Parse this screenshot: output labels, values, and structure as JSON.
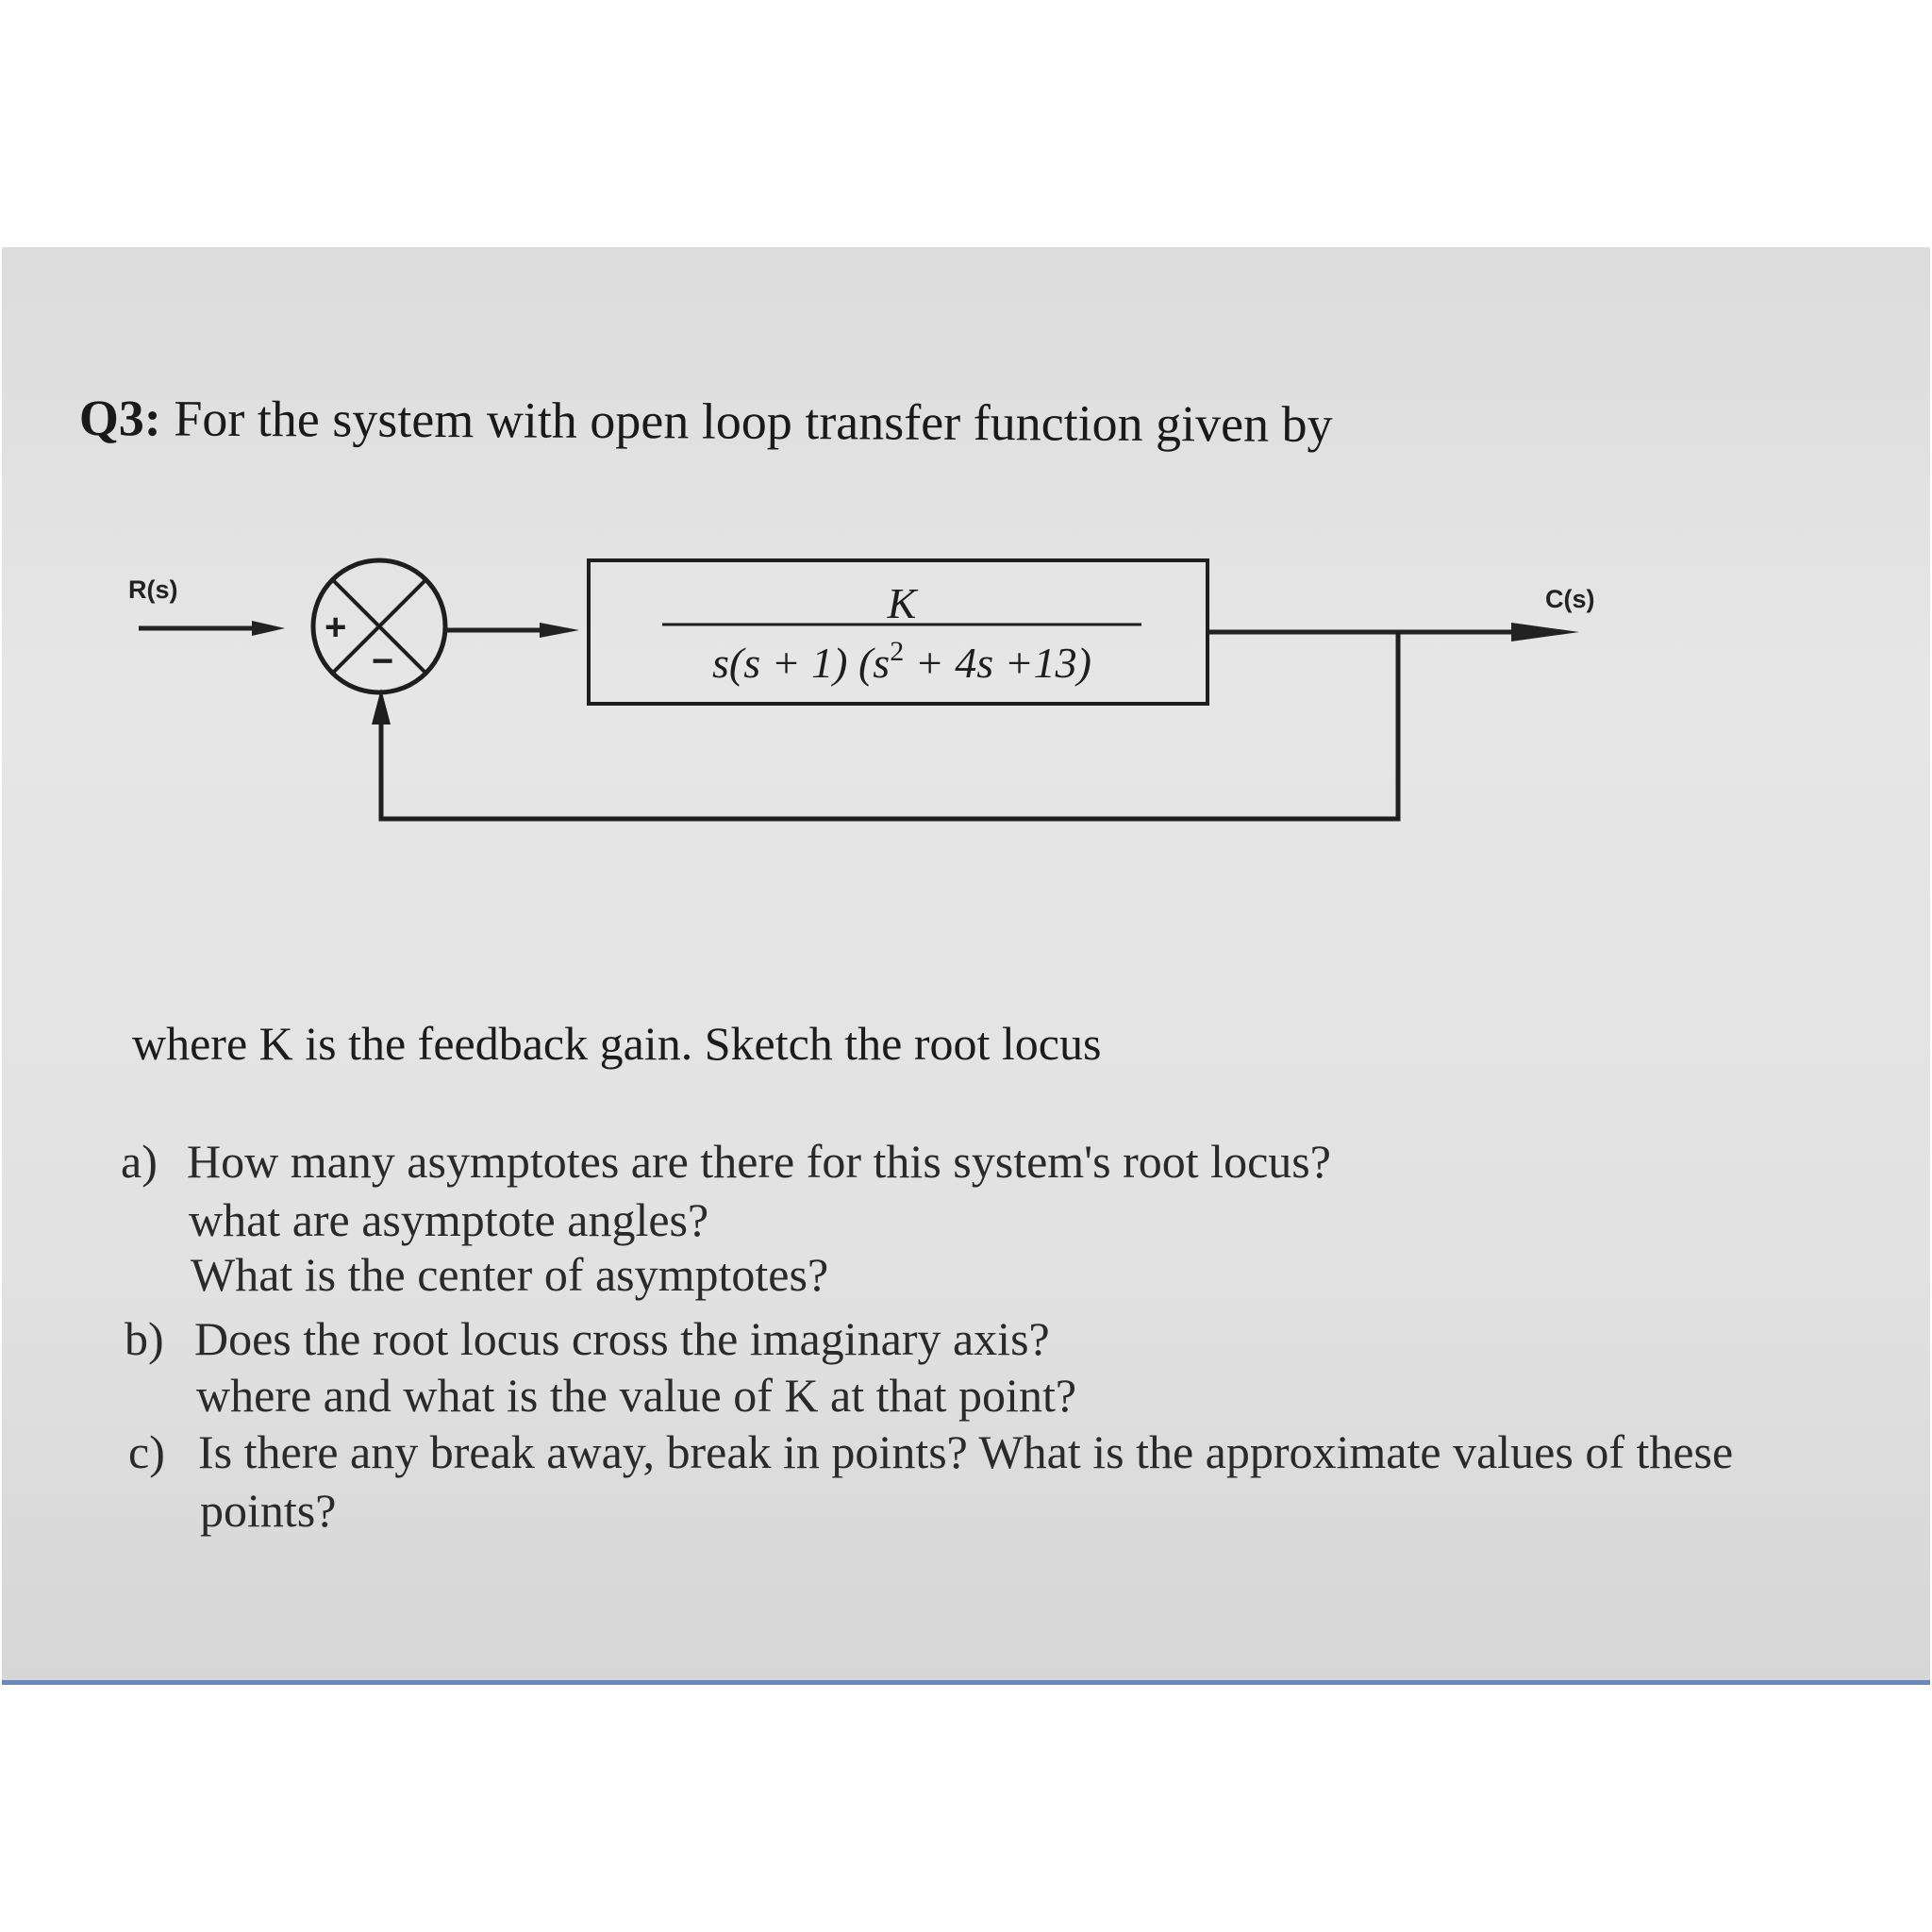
{
  "heading": {
    "number": "Q3:",
    "text": " For the system with open loop transfer function given by"
  },
  "diagram": {
    "input_label": "R(s)",
    "output_label": "C(s)",
    "summing_plus": "+",
    "summing_minus": "−",
    "numerator": "K",
    "denominator_part1": "s(s + 1) (s",
    "denominator_exponent": "2",
    "denominator_part2": " + 4s +13)"
  },
  "intro": "where K is the feedback gain. Sketch the root locus",
  "questions": [
    {
      "letter": "a)",
      "lines": [
        "How many asymptotes are there for this system's root locus?",
        "what are asymptote angles?",
        " What is the center of asymptotes?"
      ]
    },
    {
      "letter": "b)",
      "lines": [
        "Does the root locus cross the imaginary axis?",
        "where and what is the value of K at that point?"
      ]
    },
    {
      "letter": "c)",
      "lines": [
        "Is there any break away, break in points? What is the approximate values of these",
        "points?"
      ]
    }
  ]
}
